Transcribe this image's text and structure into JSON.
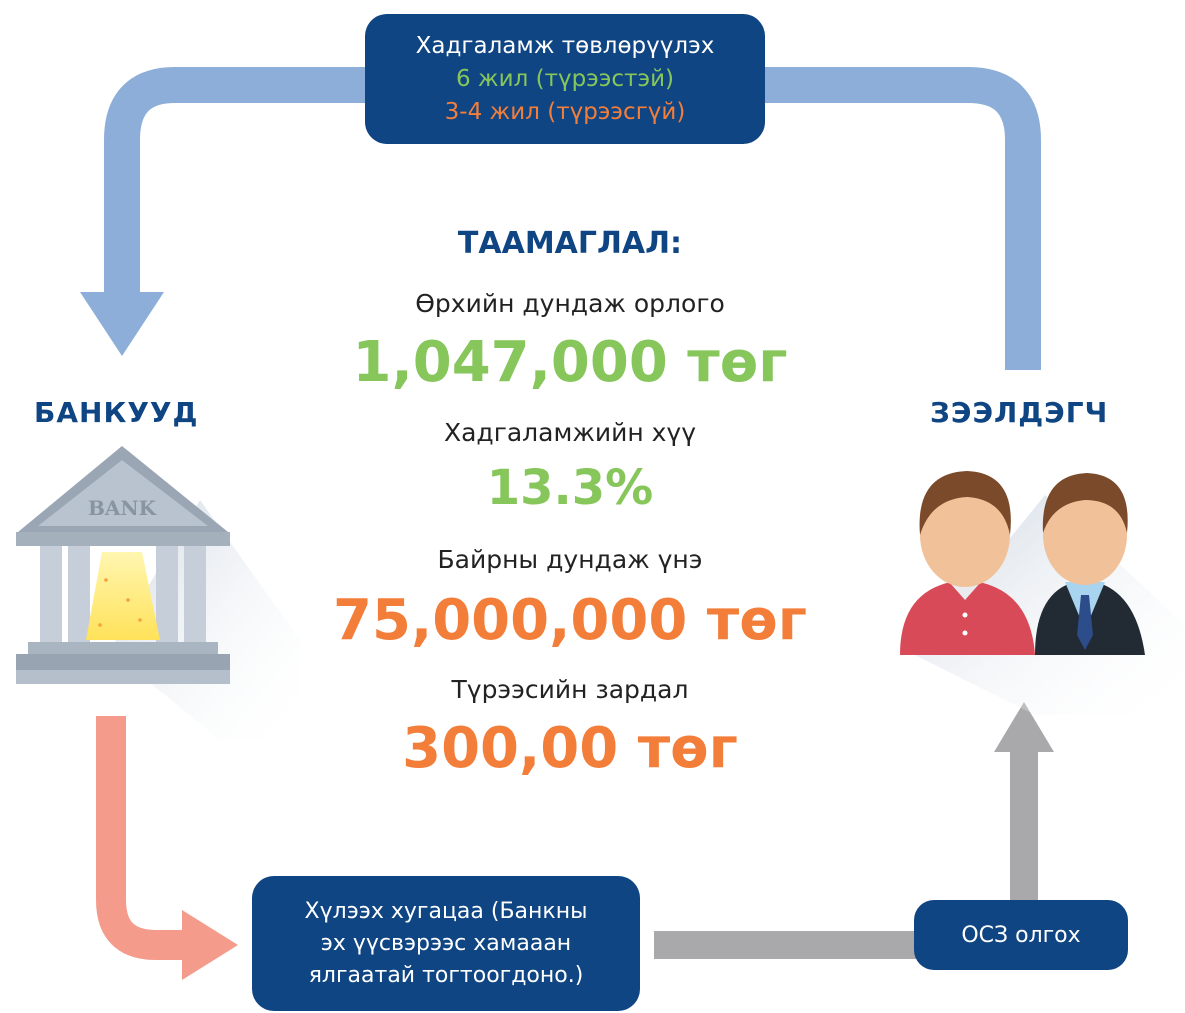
{
  "colors": {
    "navy": "#0f4583",
    "green": "#86c65b",
    "orange": "#f37e3a",
    "blue_arrow": "#8caed8",
    "salmon_arrow": "#f49b8c",
    "gray_arrow": "#a9a9ab"
  },
  "top_box": {
    "line1": "Хадгаламж төвлөрүүлэх",
    "line2": "6 жил (түрээстэй)",
    "line3": "3-4 жил (түрээсгүй)"
  },
  "banks": {
    "title": "БАНКУУД",
    "sign": "BANK",
    "icon": "bank-building-icon"
  },
  "borrower": {
    "title": "ЗЭЭЛДЭГЧ",
    "icon": "people-icon"
  },
  "assumptions": {
    "heading": "ТААМАГЛАЛ:",
    "income_label": "Өрхийн дундаж орлого",
    "income_value": "1,047,000 төг",
    "rate_label": "Хадгаламжийн хүү",
    "rate_value": "13.3%",
    "price_label": "Байрны дундаж үнэ",
    "price_value": "75,000,000 төг",
    "rent_label": "Түрээсийн зардал",
    "rent_value": "300,00 төг"
  },
  "bottom_box": {
    "line1": "Хүлээх хугацаа (Банкны",
    "line2": "эх үүсвэрээс хамааан",
    "line3": "ялгаатай тогтоогдоно.)"
  },
  "osz_box": {
    "text": "ОСЗ олгох"
  }
}
